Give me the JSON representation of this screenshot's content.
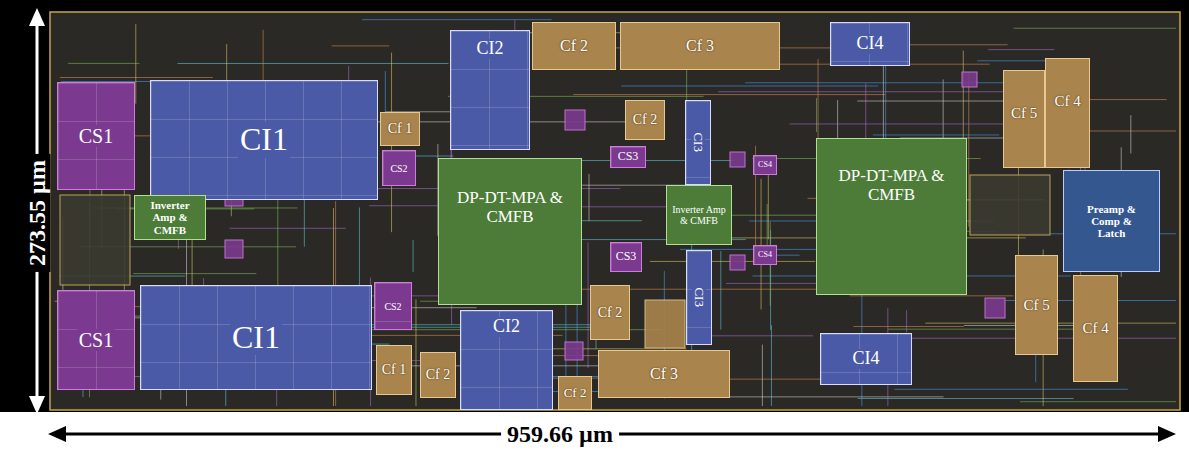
{
  "diagram": {
    "nodes": [
      {
        "text": [
          "CS1"
        ]
      },
      {
        "text": [
          "CI1"
        ]
      },
      {
        "text": [
          "Cf 1"
        ]
      },
      {
        "text": [
          "CS2"
        ]
      },
      {
        "text": [
          "Inverter Amp & CMFB"
        ]
      },
      {
        "text": [
          "CS1"
        ]
      },
      {
        "text": [
          "CI1"
        ]
      },
      {
        "text": [
          "CS2"
        ]
      },
      {
        "text": [
          "Cf 1"
        ]
      },
      {
        "text": [
          "Cf 2"
        ]
      },
      {
        "text": [
          "CI2"
        ]
      },
      {
        "text": [
          "Cf 2"
        ]
      },
      {
        "text": [
          "Cf 3"
        ]
      },
      {
        "text": [
          "Cf 2"
        ]
      },
      {
        "text": [
          "CS3"
        ]
      },
      {
        "text": [
          "CI3"
        ]
      },
      {
        "text": [
          "DP-DT-MPA & CMFB"
        ]
      },
      {
        "text": [
          "Inverter Amp & CMFB"
        ]
      },
      {
        "text": [
          "CS4"
        ]
      },
      {
        "text": [
          "CS3"
        ]
      },
      {
        "text": [
          "CI3"
        ]
      },
      {
        "text": [
          "CS4"
        ]
      },
      {
        "text": [
          "DP-DT-MPA & CMFB"
        ]
      },
      {
        "text": [
          "CI2"
        ]
      },
      {
        "text": [
          "Cf 2"
        ]
      },
      {
        "text": [
          "Cf 3"
        ]
      },
      {
        "text": [
          "Cf 2"
        ]
      },
      {
        "text": [
          "CI4"
        ]
      },
      {
        "text": [
          "CI4"
        ]
      },
      {
        "text": [
          "Cf 5"
        ]
      },
      {
        "text": [
          "Cf 4"
        ]
      },
      {
        "text": [
          "Preamp & Comp & Latch"
        ]
      },
      {
        "text": [
          "Cf 5"
        ]
      },
      {
        "text": [
          "Cf 4"
        ]
      }
    ],
    "labels": [
      "273.55 µm",
      "959.66 µm"
    ]
  }
}
